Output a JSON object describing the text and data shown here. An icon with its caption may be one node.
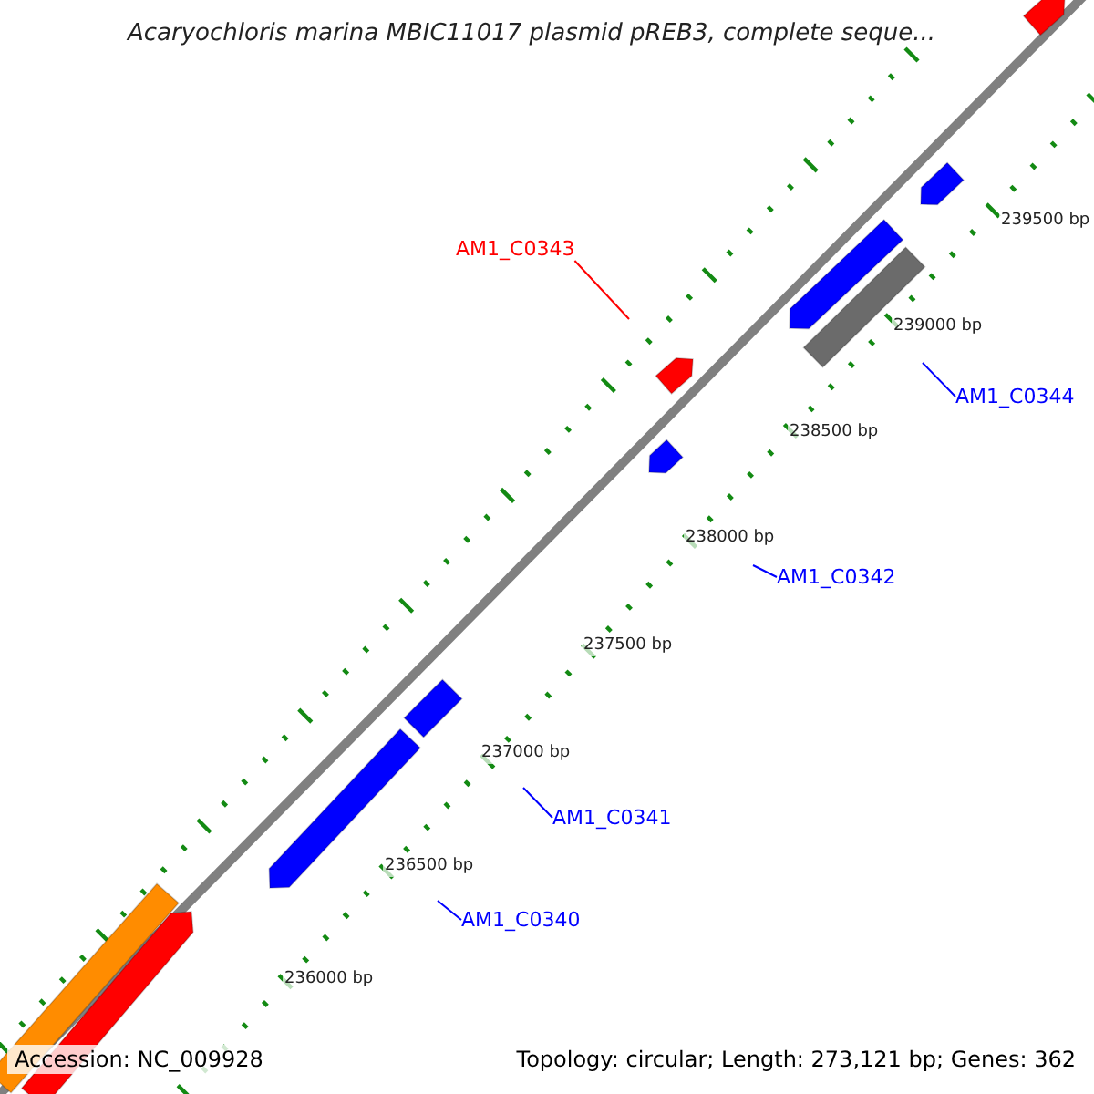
{
  "diagram": {
    "title": "Acaryochloris marina MBIC11017 plasmid pREB3, complete seque...",
    "nodes": [
      {
        "text": [
          "AM1_C0343"
        ]
      },
      {
        "text": [
          "AM1_C0344"
        ]
      },
      {
        "text": [
          "AM1_C0342"
        ]
      },
      {
        "text": [
          "AM1_C0341"
        ]
      },
      {
        "text": [
          "AM1_C0340"
        ]
      }
    ],
    "edges": [
      {
        "from": 0,
        "to": null,
        "arrow": "none",
        "color": "#ff0000"
      },
      {
        "from": 1,
        "to": null,
        "arrow": "none"
      },
      {
        "from": 2,
        "to": null,
        "arrow": "none"
      },
      {
        "from": 3,
        "to": null,
        "arrow": "none"
      },
      {
        "from": 4,
        "to": null,
        "arrow": "none"
      }
    ],
    "labels": [
      "239500 bp",
      "239000 bp",
      "238500 bp",
      "238000 bp",
      "237500 bp",
      "237000 bp",
      "236500 bp",
      "236000 bp",
      "Accession: NC_009928",
      "Topology: circular; Length: 273,121 bp; Genes: 362"
    ]
  }
}
